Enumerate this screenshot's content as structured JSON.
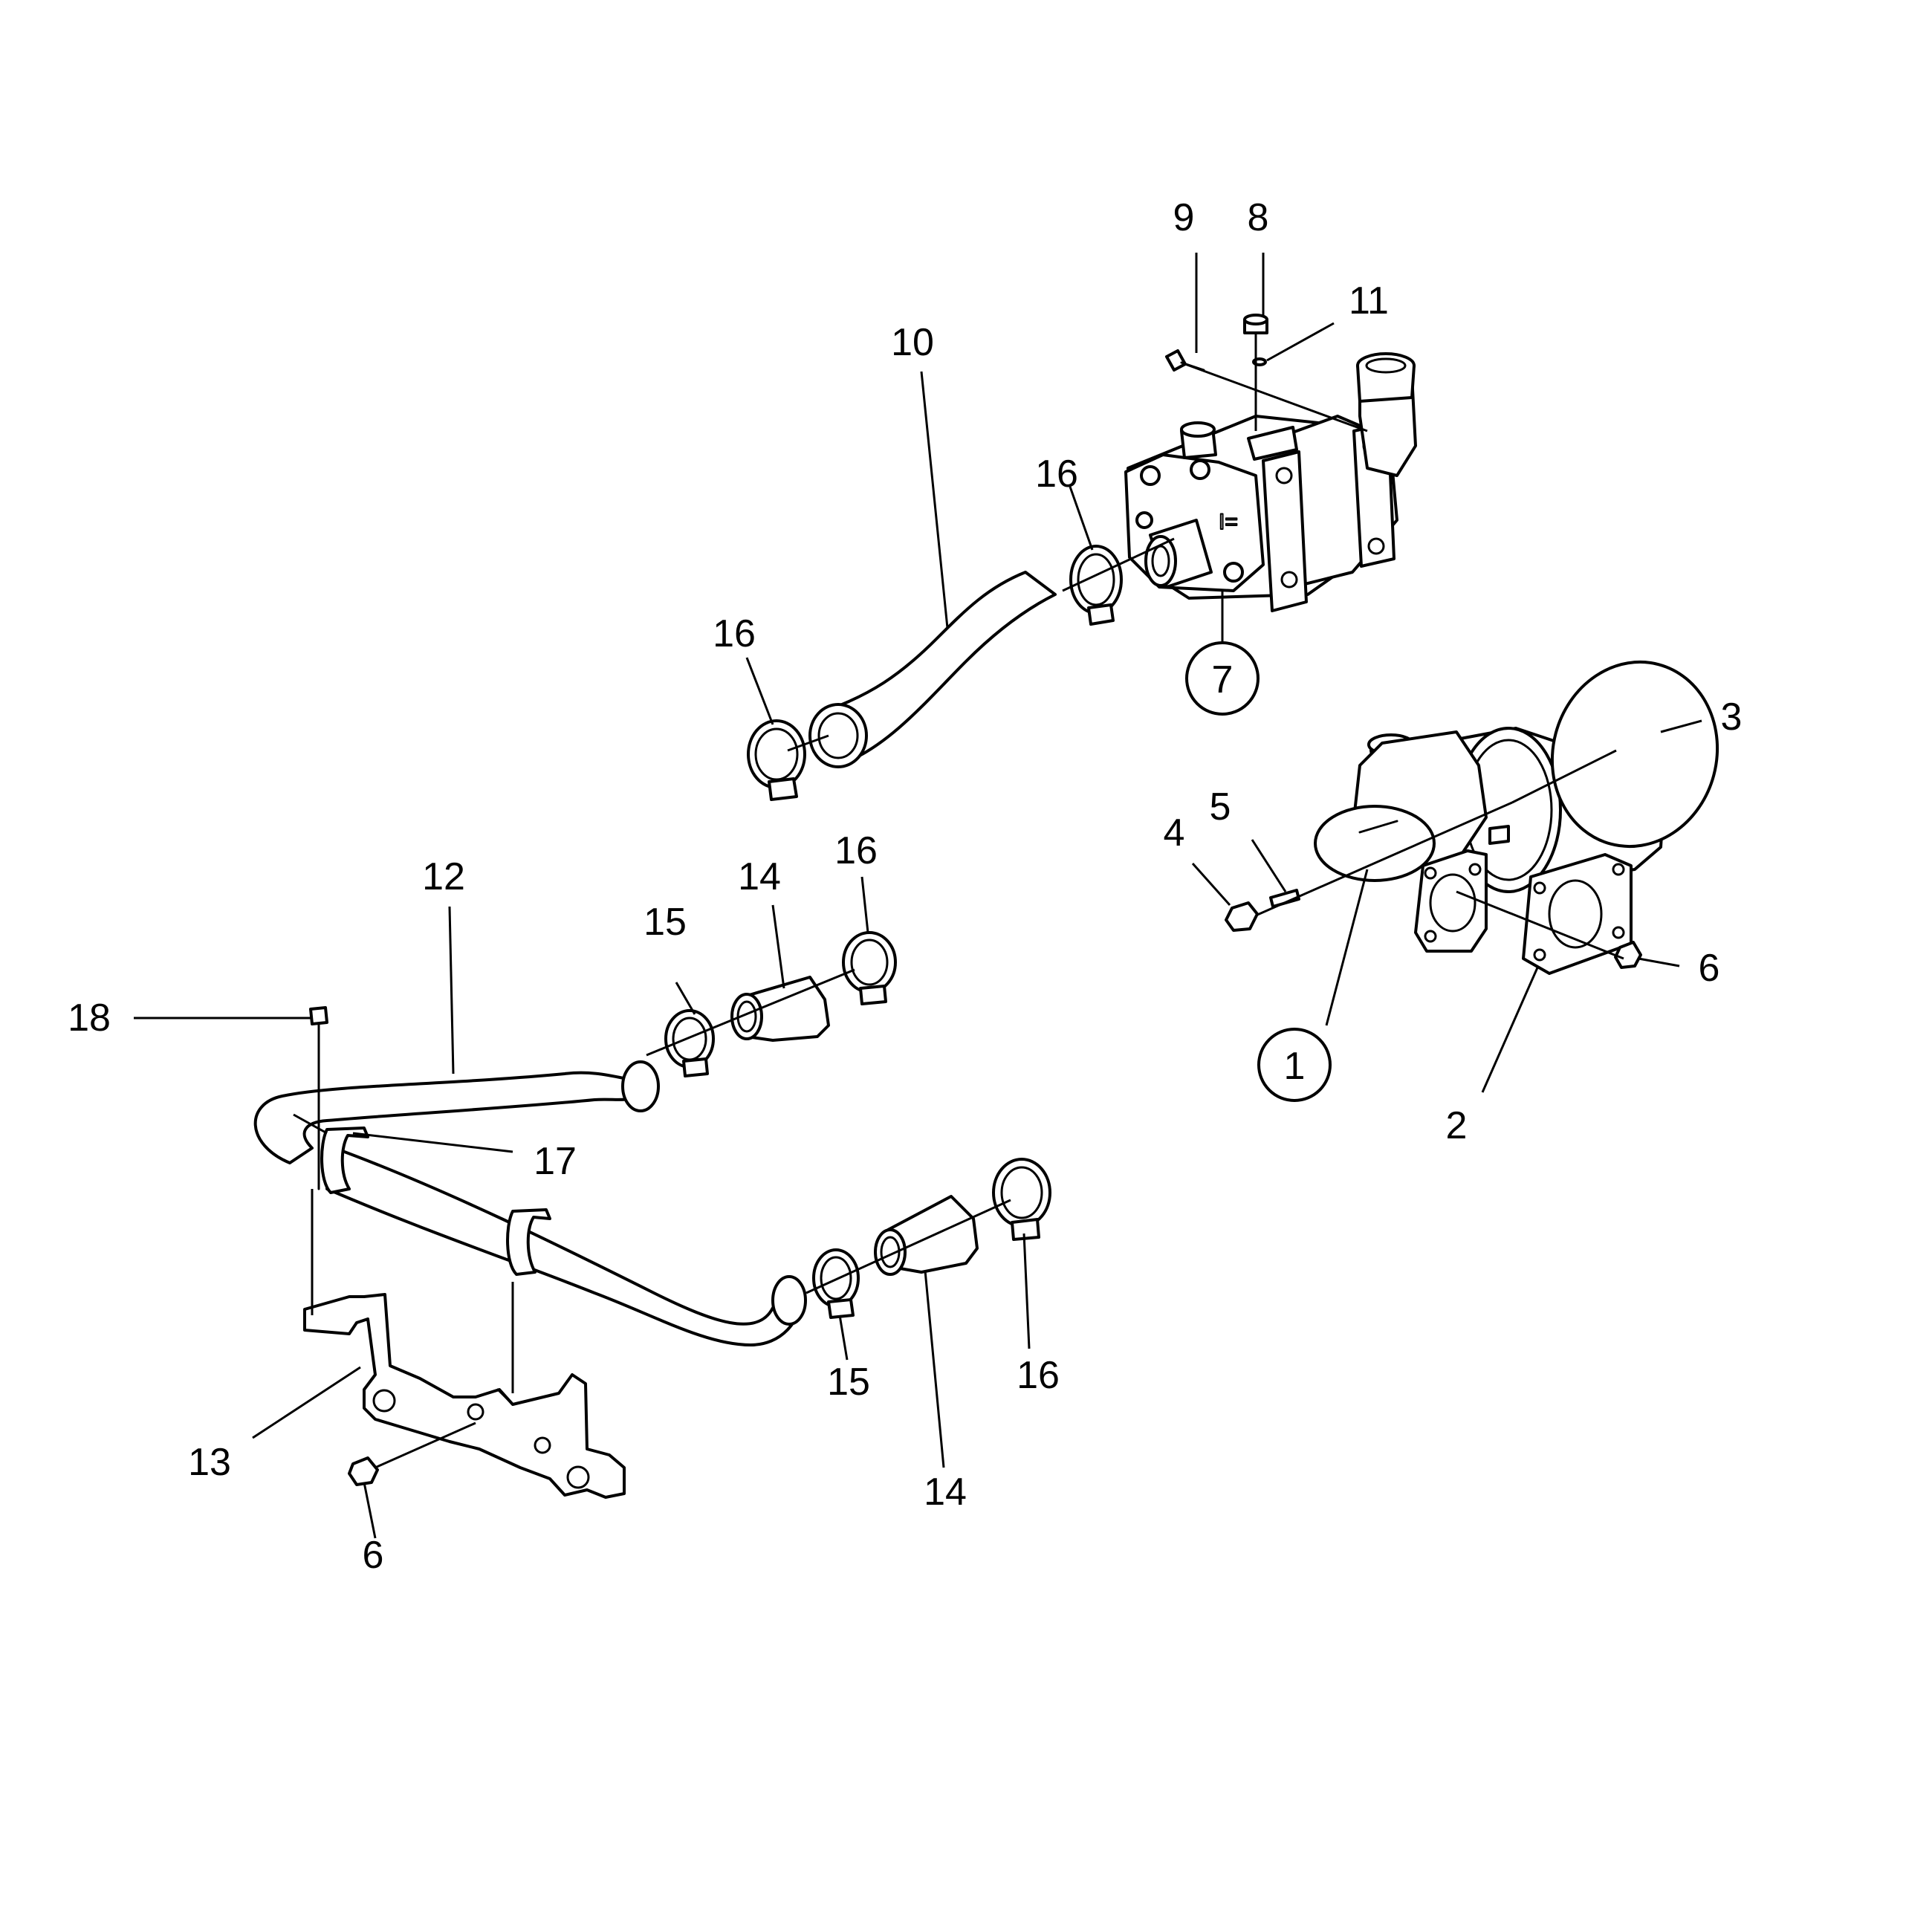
{
  "diagram": {
    "callouts": [
      {
        "id": "c1",
        "label": "1",
        "circled": true
      },
      {
        "id": "c2",
        "label": "2",
        "circled": false
      },
      {
        "id": "c3",
        "label": "3",
        "circled": false
      },
      {
        "id": "c4",
        "label": "4",
        "circled": false
      },
      {
        "id": "c5",
        "label": "5",
        "circled": false
      },
      {
        "id": "c6a",
        "label": "6",
        "circled": false
      },
      {
        "id": "c6b",
        "label": "6",
        "circled": false
      },
      {
        "id": "c7",
        "label": "7",
        "circled": true
      },
      {
        "id": "c8",
        "label": "8",
        "circled": false
      },
      {
        "id": "c9",
        "label": "9",
        "circled": false
      },
      {
        "id": "c10",
        "label": "10",
        "circled": false
      },
      {
        "id": "c11",
        "label": "11",
        "circled": false
      },
      {
        "id": "c12",
        "label": "12",
        "circled": false
      },
      {
        "id": "c13",
        "label": "13",
        "circled": false
      },
      {
        "id": "c14a",
        "label": "14",
        "circled": false
      },
      {
        "id": "c14b",
        "label": "14",
        "circled": false
      },
      {
        "id": "c15a",
        "label": "15",
        "circled": false
      },
      {
        "id": "c15b",
        "label": "15",
        "circled": false
      },
      {
        "id": "c16a",
        "label": "16",
        "circled": false
      },
      {
        "id": "c16b",
        "label": "16",
        "circled": false
      },
      {
        "id": "c16c",
        "label": "16",
        "circled": false
      },
      {
        "id": "c16d",
        "label": "16",
        "circled": false
      },
      {
        "id": "c17",
        "label": "17",
        "circled": false
      },
      {
        "id": "c18",
        "label": "18",
        "circled": false
      }
    ]
  }
}
